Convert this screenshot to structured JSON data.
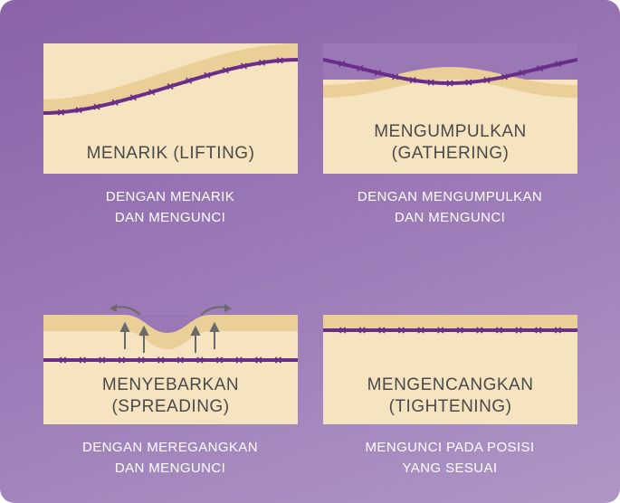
{
  "panels": {
    "lifting": {
      "title": "MENARIK (LIFTING)",
      "caption_line1": "DENGAN MENARIK",
      "caption_line2": "DAN MENGUNCI"
    },
    "gathering": {
      "title_line1": "MENGUMPULKAN",
      "title_line2": "(GATHERING)",
      "caption_line1": "DENGAN MENGUMPULKAN",
      "caption_line2": "DAN MENGUNCI"
    },
    "spreading": {
      "title_line1": "MENYEBARKAN",
      "title_line2": "(SPREADING)",
      "caption_line1": "DENGAN MEREGANGKAN",
      "caption_line2": "DAN MENGUNCI"
    },
    "tightening": {
      "title_line1": "MENGENCANGKAN",
      "title_line2": "(TIGHTENING)",
      "caption_line1": "MENGUNCI PADA POSISI",
      "caption_line2": "YANG SESUAI"
    }
  },
  "colors": {
    "background": "#9a78b6",
    "skin_light": "#f6e3bf",
    "skin_dark": "#ebcf98",
    "thread": "#6a2e8a",
    "arrow": "#6a6a6a",
    "text_dark": "#4a4a4a",
    "text_light": "#ffffff"
  }
}
